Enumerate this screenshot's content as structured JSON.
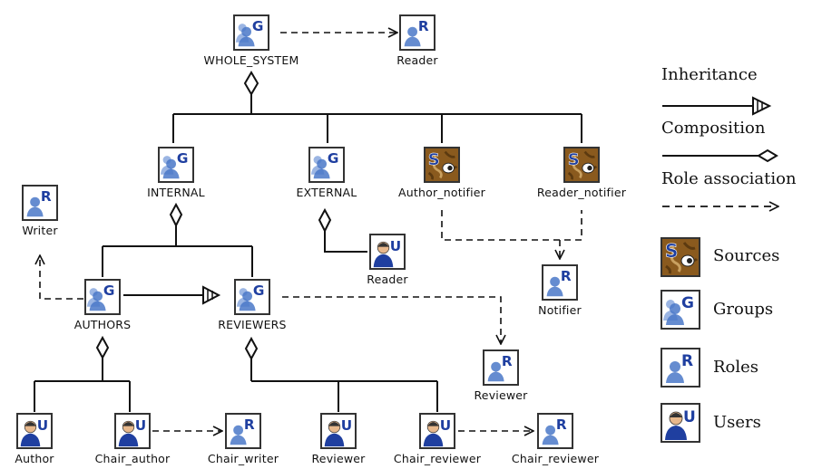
{
  "nodes": {
    "whole_system": {
      "kind": "group",
      "label": "WHOLE_SYSTEM"
    },
    "reader_top": {
      "kind": "role",
      "label": "Reader"
    },
    "internal": {
      "kind": "group",
      "label": "INTERNAL"
    },
    "external": {
      "kind": "group",
      "label": "EXTERNAL"
    },
    "author_notifier": {
      "kind": "source",
      "label": "Author_notifier"
    },
    "reader_notifier": {
      "kind": "source",
      "label": "Reader_notifier"
    },
    "writer": {
      "kind": "role",
      "label": "Writer"
    },
    "reader_user": {
      "kind": "user",
      "label": "Reader"
    },
    "notifier": {
      "kind": "role",
      "label": "Notifier"
    },
    "authors": {
      "kind": "group",
      "label": "AUTHORS"
    },
    "reviewers": {
      "kind": "group",
      "label": "REVIEWERS"
    },
    "reviewer_role": {
      "kind": "role",
      "label": "Reviewer"
    },
    "author": {
      "kind": "user",
      "label": "Author"
    },
    "chair_author": {
      "kind": "user",
      "label": "Chair_author"
    },
    "chair_writer": {
      "kind": "role",
      "label": "Chair_writer"
    },
    "reviewer_user": {
      "kind": "user",
      "label": "Reviewer"
    },
    "chair_reviewer_user": {
      "kind": "user",
      "label": "Chair_reviewer"
    },
    "chair_reviewer_role": {
      "kind": "role",
      "label": "Chair_reviewer"
    }
  },
  "edges": {
    "composition": [
      {
        "parent": "whole_system",
        "children": [
          "internal",
          "external",
          "author_notifier",
          "reader_notifier"
        ]
      },
      {
        "parent": "internal",
        "children": [
          "authors",
          "reviewers"
        ]
      },
      {
        "parent": "external",
        "children": [
          "reader_user"
        ]
      },
      {
        "parent": "authors",
        "children": [
          "author",
          "chair_author"
        ]
      },
      {
        "parent": "reviewers",
        "children": [
          "reviewer_user",
          "chair_reviewer_user"
        ]
      }
    ],
    "inheritance": [
      {
        "from": "authors",
        "to": "reviewers"
      }
    ],
    "role_association": [
      {
        "from": "whole_system",
        "to": "reader_top"
      },
      {
        "from": "authors",
        "to": "writer"
      },
      {
        "from": "reviewers",
        "to": "reviewer_role"
      },
      {
        "from": [
          "author_notifier",
          "reader_notifier"
        ],
        "to": "notifier"
      },
      {
        "from": "chair_author",
        "to": "chair_writer"
      },
      {
        "from": "chair_reviewer_user",
        "to": "chair_reviewer_role"
      }
    ]
  },
  "legend": {
    "inheritance": "Inheritance",
    "composition": "Composition",
    "role_association": "Role association",
    "sources": "Sources",
    "groups": "Groups",
    "roles": "Roles",
    "users": "Users"
  },
  "icons": {
    "group": {
      "name": "group-icon",
      "letter": "G"
    },
    "role": {
      "name": "role-icon",
      "letter": "R"
    },
    "user": {
      "name": "user-icon",
      "letter": "U"
    },
    "source": {
      "name": "source-icon",
      "letter": "S"
    }
  },
  "colors": {
    "icon_blue": "#1f3fa0",
    "figure_blue": "#4a78c8",
    "source_brown": "#8a5a1e"
  }
}
